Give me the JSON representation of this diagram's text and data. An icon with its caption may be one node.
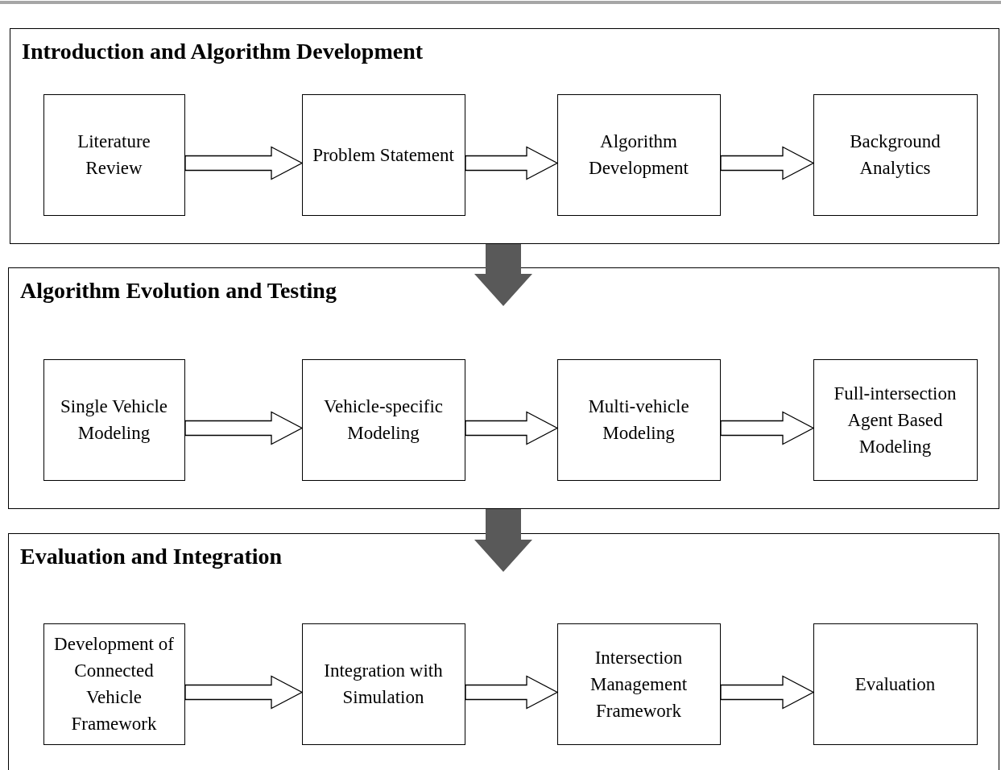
{
  "diagram": {
    "nodes": [
      {
        "text": [
          "Introduction and Algorithm Development"
        ]
      },
      {
        "text": [
          "Literature Review"
        ],
        "in": 0
      },
      {
        "text": [
          "Problem Statement"
        ],
        "in": 0
      },
      {
        "text": [
          "Algorithm Development"
        ],
        "in": 0
      },
      {
        "text": [
          "Background Analytics"
        ],
        "in": 0
      },
      {
        "text": [
          "Algorithm Evolution and Testing"
        ]
      },
      {
        "text": [
          "Single Vehicle Modeling"
        ],
        "in": 5
      },
      {
        "text": [
          "Vehicle-specific Modeling"
        ],
        "in": 5
      },
      {
        "text": [
          "Multi-vehicle Modeling"
        ],
        "in": 5
      },
      {
        "text": [
          "Full-intersection Agent Based Modeling"
        ],
        "in": 5
      },
      {
        "text": [
          "Evaluation and Integration"
        ]
      },
      {
        "text": [
          "Development of Connected Vehicle Framework"
        ],
        "in": 10
      },
      {
        "text": [
          "Integration with Simulation"
        ],
        "in": 10
      },
      {
        "text": [
          "Intersection Management Framework"
        ],
        "in": 10
      },
      {
        "text": [
          "Evaluation"
        ],
        "in": 10
      }
    ],
    "edges": [
      {
        "from": 1,
        "to": 2,
        "arrow": "to"
      },
      {
        "from": 2,
        "to": 3,
        "arrow": "to"
      },
      {
        "from": 3,
        "to": 4,
        "arrow": "to"
      },
      {
        "from": 0,
        "to": 5,
        "arrow": "to",
        "style": "thick",
        "color": "#595959"
      },
      {
        "from": 6,
        "to": 7,
        "arrow": "to"
      },
      {
        "from": 7,
        "to": 8,
        "arrow": "to"
      },
      {
        "from": 8,
        "to": 9,
        "arrow": "to"
      },
      {
        "from": 5,
        "to": 10,
        "arrow": "to",
        "style": "thick",
        "color": "#595959"
      },
      {
        "from": 11,
        "to": 12,
        "arrow": "to"
      },
      {
        "from": 12,
        "to": 13,
        "arrow": "to"
      },
      {
        "from": 13,
        "to": 14,
        "arrow": "to"
      }
    ]
  }
}
